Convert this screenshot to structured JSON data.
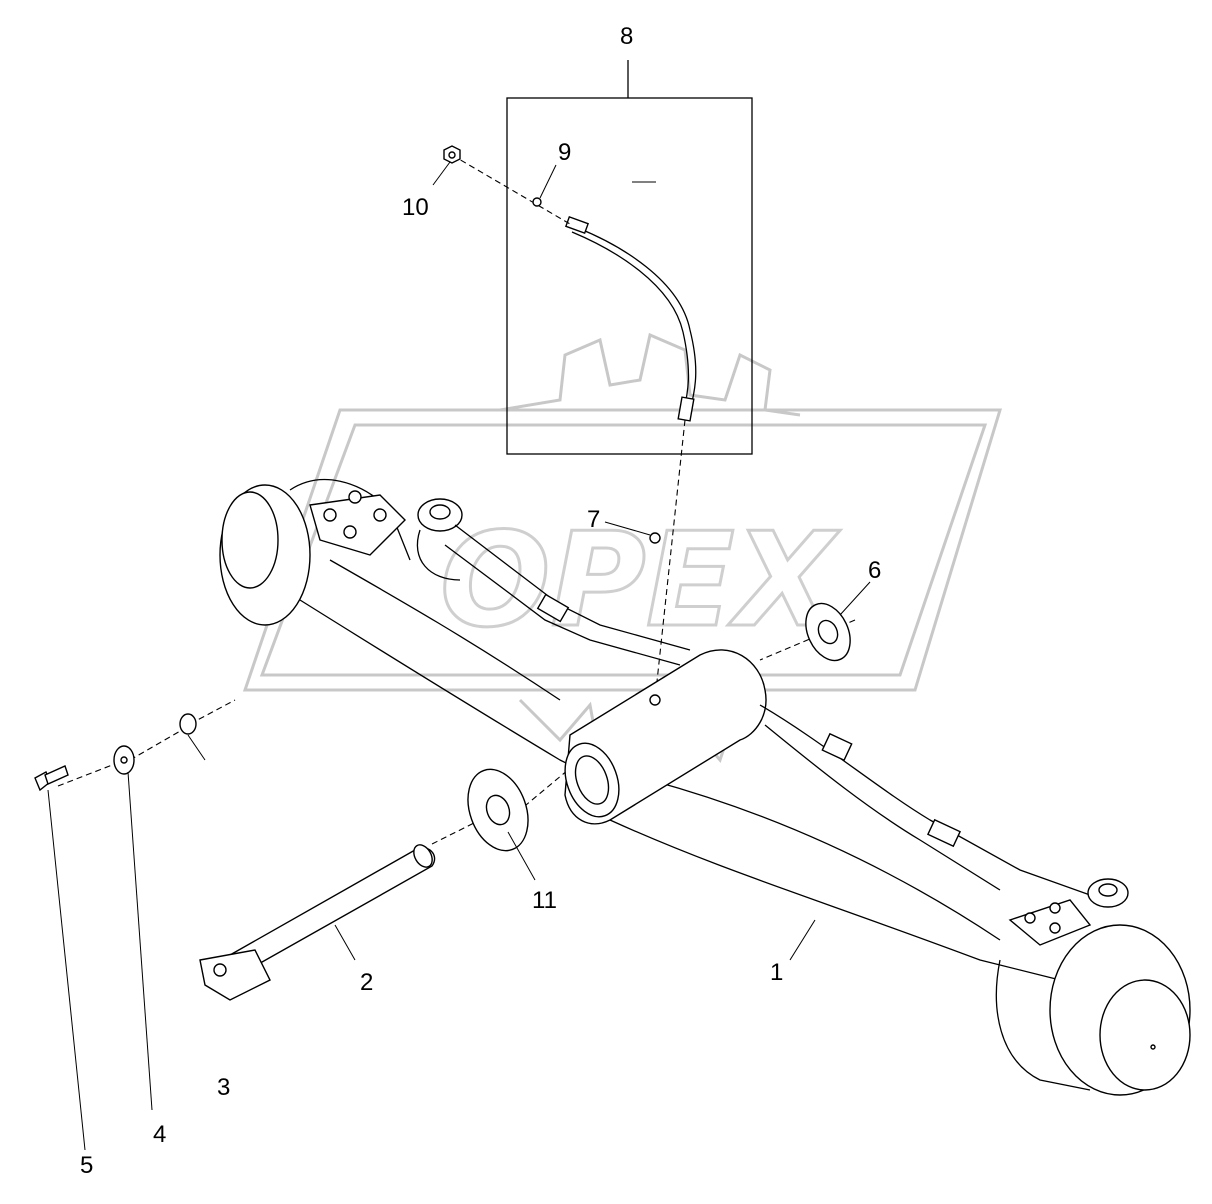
{
  "watermark": {
    "text": "OPEX"
  },
  "labels": {
    "p1": "1",
    "p2": "2",
    "p3": "3",
    "p4": "4",
    "p5": "5",
    "p6": "6",
    "p7": "7",
    "p8": "8",
    "p9": "9",
    "p10": "10",
    "p11": "11"
  }
}
